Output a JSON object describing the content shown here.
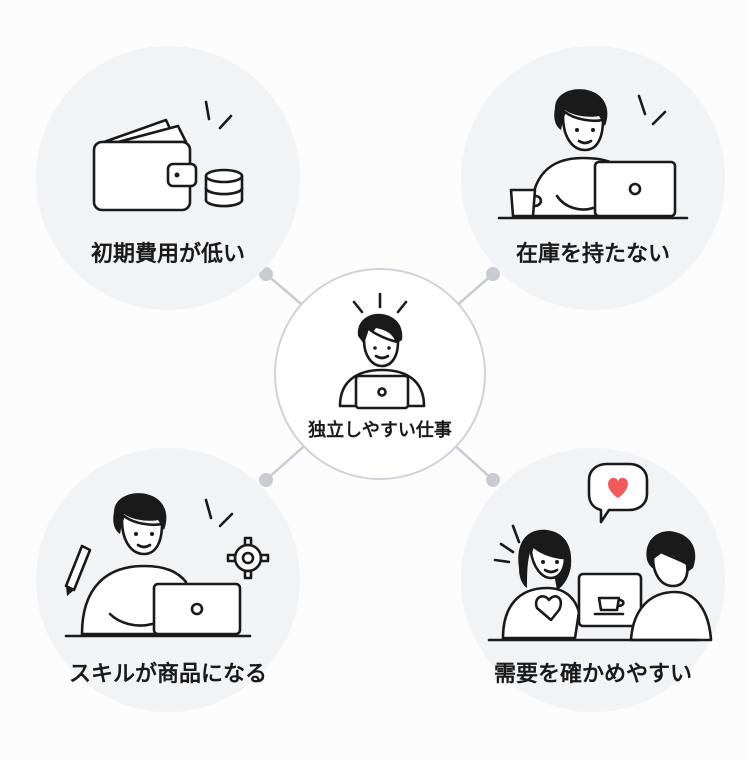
{
  "center": {
    "label": "独立しやすい仕事"
  },
  "benefits": {
    "top_left": {
      "label": "初期費用が低い"
    },
    "top_right": {
      "label": "在庫を持たない"
    },
    "bottom_left": {
      "label": "スキルが商品になる"
    },
    "bottom_right": {
      "label": "需要を確かめやすい"
    }
  },
  "colors": {
    "bubble_fill": "#f2f3f5",
    "connector": "#c8cbd1",
    "heart": "#f05a5a",
    "ink": "#1a1a1a"
  }
}
